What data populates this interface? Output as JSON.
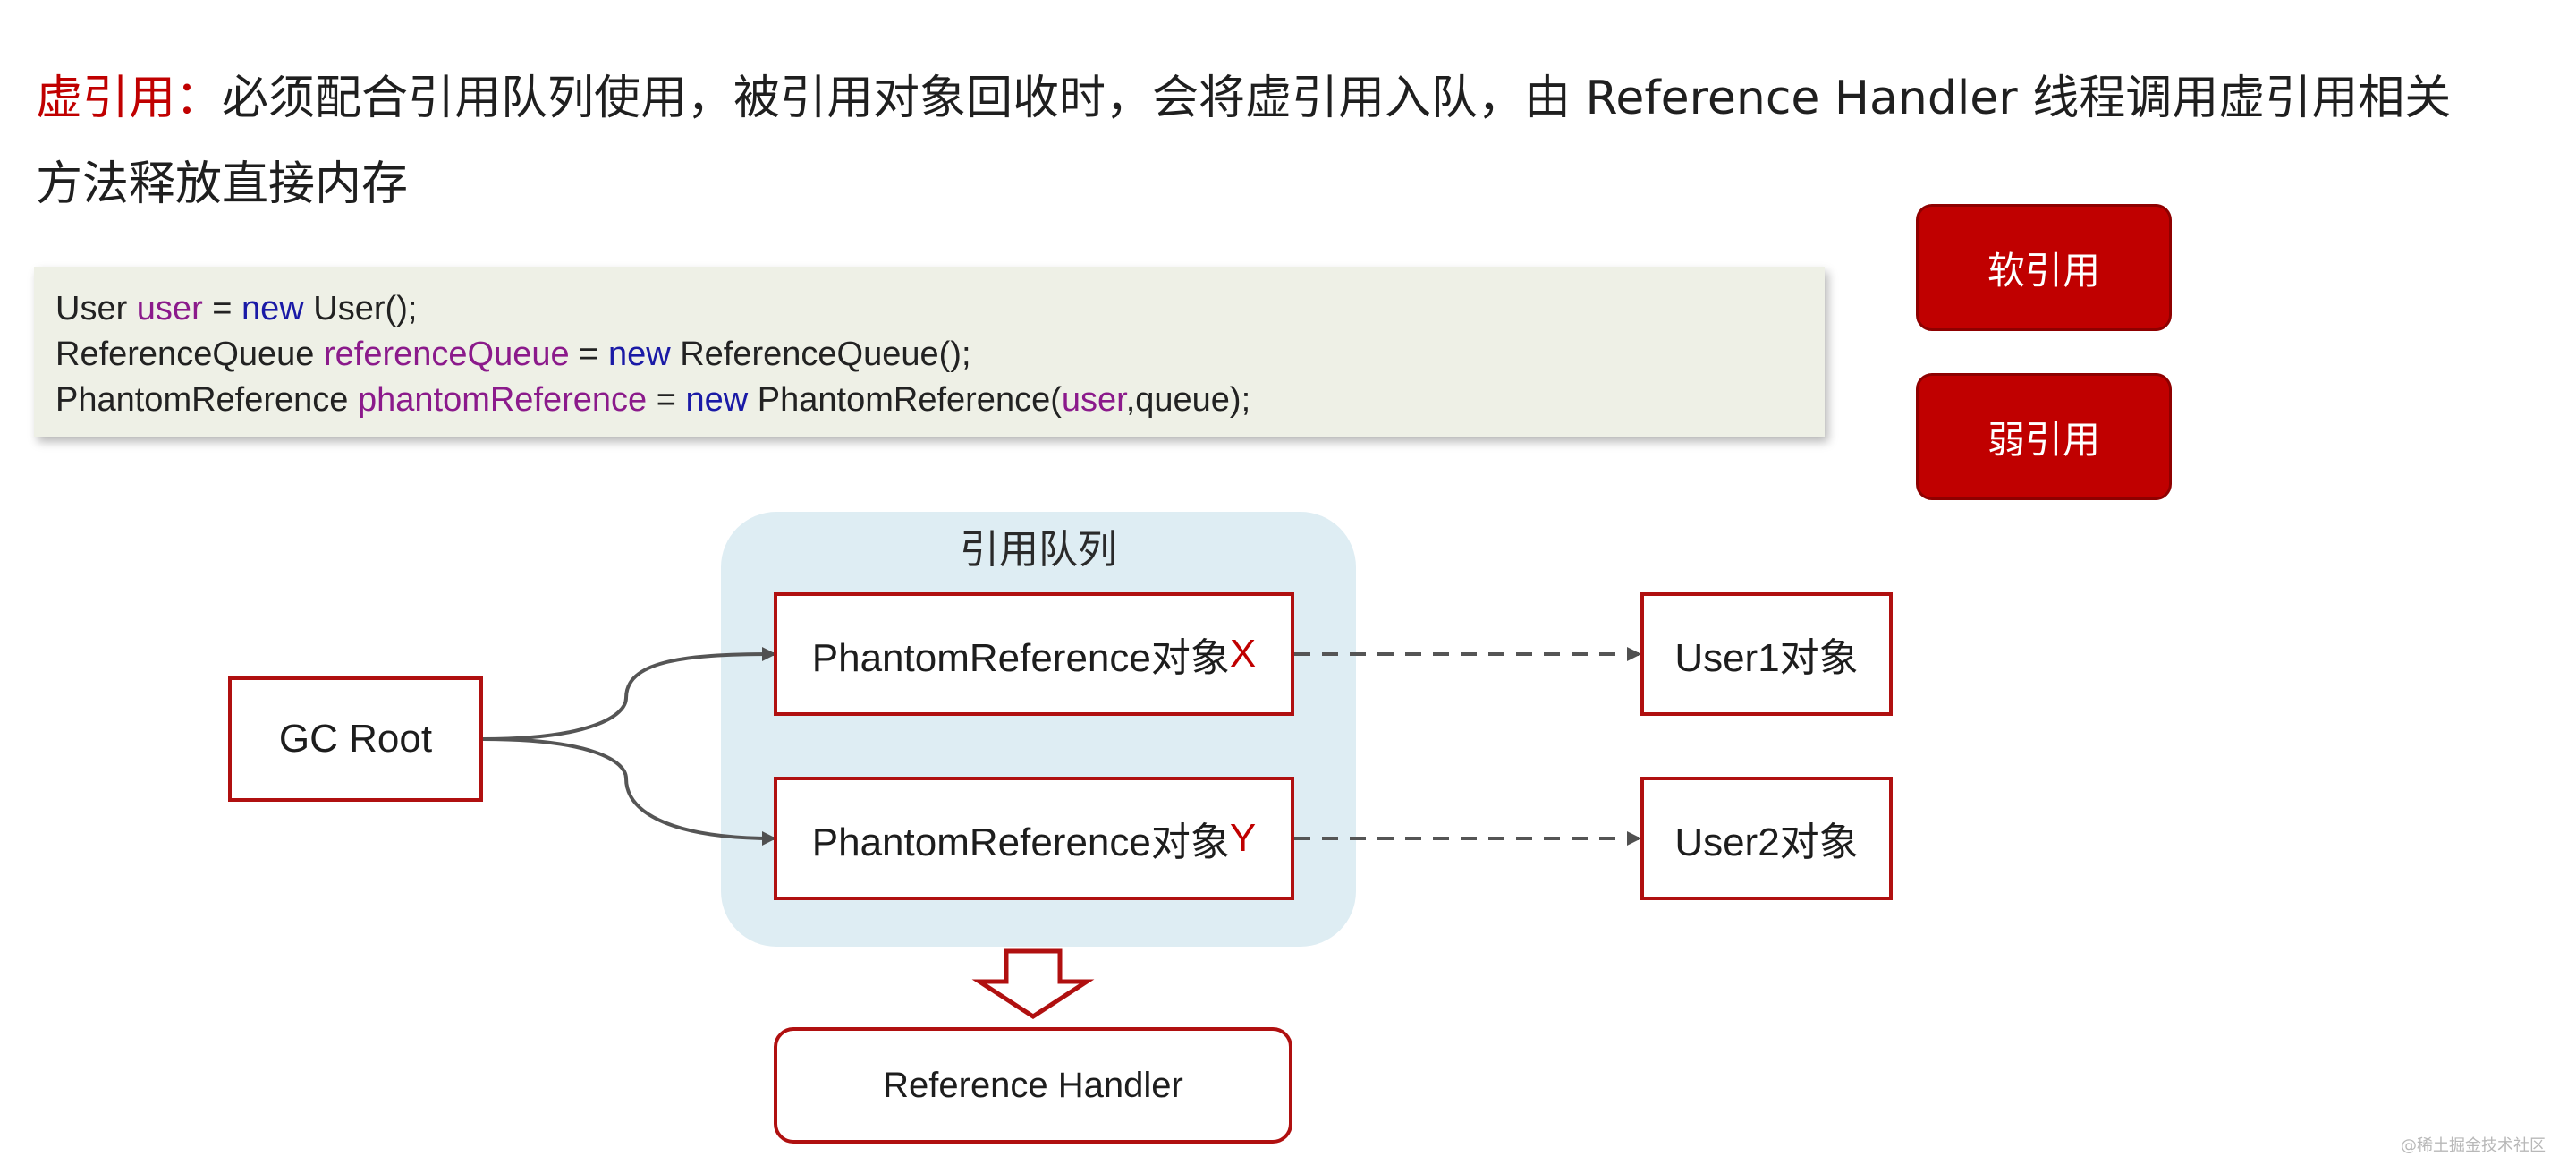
{
  "heading": {
    "term": "虚引用：",
    "text": "必须配合引用队列使用，被引用对象回收时，会将虚引用入队，由 Reference Handler 线程调用虚引用相关方法释放直接内存"
  },
  "code": {
    "line1": {
      "type": "User",
      "var": "user",
      "eq": " = ",
      "kw": "new",
      "rest": " User();"
    },
    "line2": {
      "type": "ReferenceQueue",
      "var": "referenceQueue",
      "eq": " = ",
      "kw": "new",
      "rest": " ReferenceQueue();"
    },
    "line3": {
      "type": "PhantomReference",
      "var": "phantomReference",
      "eq": " = ",
      "kw": "new",
      "call": " PhantomReference(",
      "arg": "user",
      "rest": ",queue);"
    }
  },
  "side_buttons": {
    "soft": "软引用",
    "weak": "弱引用"
  },
  "diagram": {
    "gc_root": "GC Root",
    "queue_label": "引用队列",
    "phantom_x": {
      "label": "PhantomReference对象",
      "mark": "X"
    },
    "phantom_y": {
      "label": "PhantomReference对象",
      "mark": "Y"
    },
    "user1": "User1对象",
    "user2": "User2对象",
    "handler": "Reference Handler"
  },
  "colors": {
    "accent_red": "#c00000",
    "queue_bg": "#deedf3",
    "code_bg": "#eef0e6",
    "keyword": "#1a1aa6",
    "variable": "#8b1a8b"
  },
  "watermark": "@稀土掘金技术社区"
}
